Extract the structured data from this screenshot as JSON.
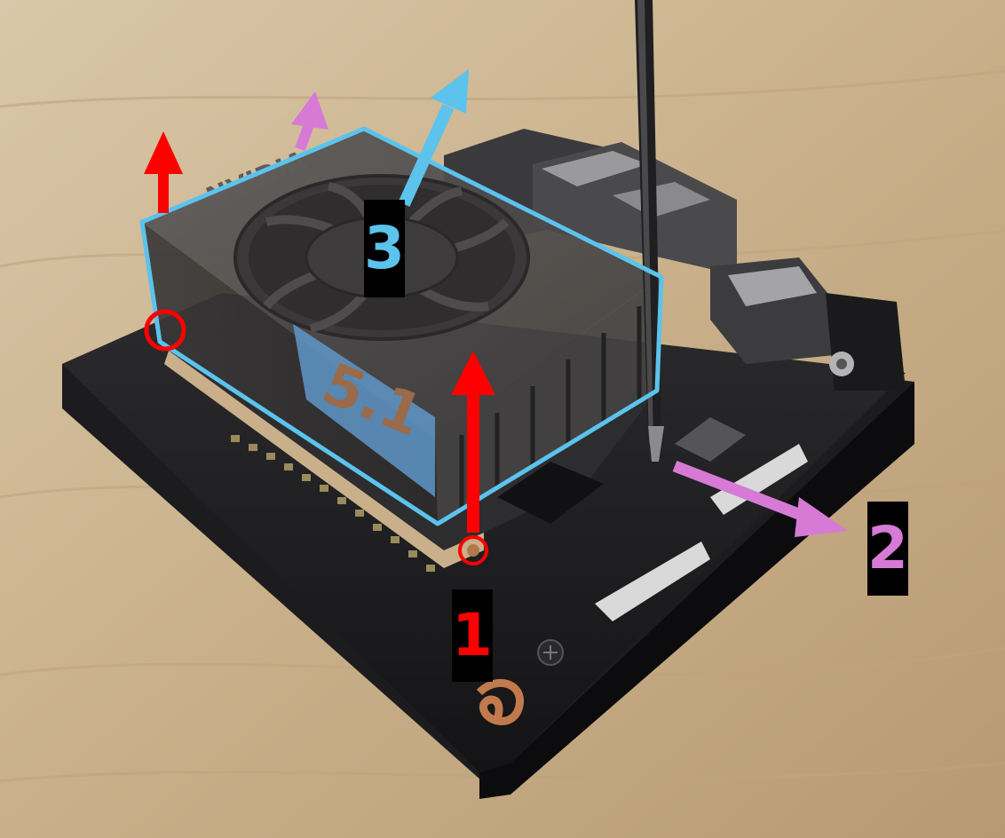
{
  "image": {
    "kind": "photograph",
    "subject": "NVIDIA Jetson module with fan heatsink being removed from carrier board using a screwdriver"
  },
  "heatsink_text": {
    "brand": "NVIDIA",
    "sticker": "5.1"
  },
  "steps": [
    {
      "number": "1",
      "color": "#ff0000"
    },
    {
      "number": "2",
      "color": "#d67ad6"
    },
    {
      "number": "3",
      "color": "#5bc3ec"
    }
  ],
  "colors": {
    "step1_arrow": "#ff0000",
    "step2_arrow": "#d67ad6",
    "step3_outline": "#5bc3ec",
    "label_background": "#000000"
  }
}
